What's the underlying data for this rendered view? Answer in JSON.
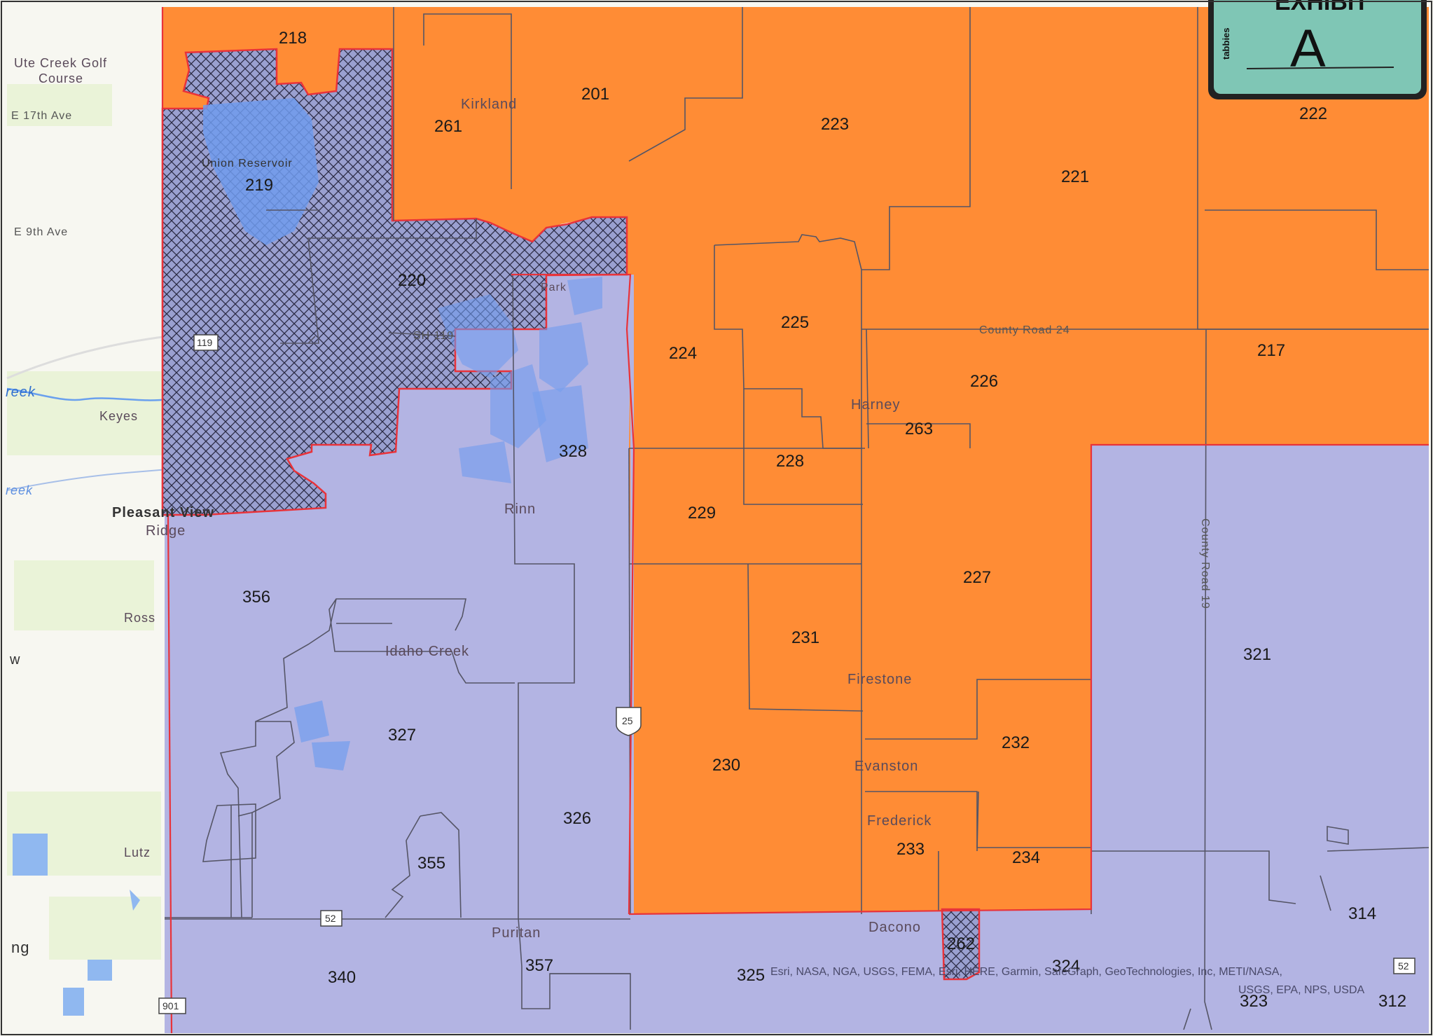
{
  "exhibit": {
    "title": "EXHIBIT",
    "letter": "A",
    "brand": "tabbies"
  },
  "colors": {
    "orange_zone": "#ff8c35",
    "lavender_zone": "#b3b4e3",
    "hatched_zone": "#9aa0d0",
    "water": "#6f9bee",
    "boundary_red": "#e8333a",
    "exhibit_fill": "#7fc6b5"
  },
  "areas": [
    {
      "id": "218",
      "zone": "orange"
    },
    {
      "id": "201",
      "zone": "orange"
    },
    {
      "id": "261",
      "zone": "orange"
    },
    {
      "id": "223",
      "zone": "orange"
    },
    {
      "id": "222",
      "zone": "orange"
    },
    {
      "id": "221",
      "zone": "orange"
    },
    {
      "id": "219",
      "zone": "hatched"
    },
    {
      "id": "220",
      "zone": "hatched"
    },
    {
      "id": "225",
      "zone": "orange"
    },
    {
      "id": "224",
      "zone": "orange"
    },
    {
      "id": "217",
      "zone": "orange"
    },
    {
      "id": "226",
      "zone": "orange"
    },
    {
      "id": "263",
      "zone": "orange"
    },
    {
      "id": "328",
      "zone": "lavender"
    },
    {
      "id": "228",
      "zone": "orange"
    },
    {
      "id": "229",
      "zone": "orange"
    },
    {
      "id": "227",
      "zone": "orange"
    },
    {
      "id": "356",
      "zone": "lavender"
    },
    {
      "id": "231",
      "zone": "orange"
    },
    {
      "id": "321",
      "zone": "lavender"
    },
    {
      "id": "327",
      "zone": "lavender"
    },
    {
      "id": "232",
      "zone": "orange"
    },
    {
      "id": "230",
      "zone": "orange"
    },
    {
      "id": "326",
      "zone": "lavender"
    },
    {
      "id": "233",
      "zone": "orange"
    },
    {
      "id": "234",
      "zone": "orange"
    },
    {
      "id": "355",
      "zone": "lavender"
    },
    {
      "id": "314",
      "zone": "lavender"
    },
    {
      "id": "262",
      "zone": "hatched"
    },
    {
      "id": "357",
      "zone": "lavender"
    },
    {
      "id": "340",
      "zone": "lavender"
    },
    {
      "id": "325",
      "zone": "lavender"
    },
    {
      "id": "324",
      "zone": "lavender"
    },
    {
      "id": "323",
      "zone": "lavender"
    },
    {
      "id": "312",
      "zone": "lavender"
    }
  ],
  "places": {
    "ute_creek_line1": "Ute Creek Golf",
    "ute_creek_line2": "Course",
    "kirkland": "Kirkland",
    "harney": "Harney",
    "rinn": "Rinn",
    "keyes": "Keyes",
    "pleasant_view_line1": "Pleasant View",
    "pleasant_view_line2": "Ridge",
    "ross": "Ross",
    "idaho_creek": "Idaho Creek",
    "firestone": "Firestone",
    "evanston": "Evanston",
    "frederick": "Frederick",
    "dacono": "Dacono",
    "puritan": "Puritan",
    "lutz": "Lutz",
    "park": "Park",
    "union_reservoir": "Union Reservoir",
    "creek1": "reek",
    "creek2": "reek",
    "edge_w": "w",
    "edge_ng": "ng"
  },
  "roads": {
    "e17th": "E 17th Ave",
    "e9th": "E 9th Ave",
    "county_road_24": "County Road 24",
    "county_road_19": "County Road 19",
    "hwy_119_label": "SH 119",
    "shield_119": "119",
    "shield_25": "25",
    "shield_52_a": "52",
    "shield_52_b": "52",
    "shield_901": "901"
  },
  "attribution": {
    "line1": "Esri, NASA, NGA, USGS, FEMA, Esri, HERE, Garmin, SafeGraph, GeoTechnologies, Inc, METI/NASA,",
    "line2": "USGS, EPA, NPS, USDA"
  }
}
